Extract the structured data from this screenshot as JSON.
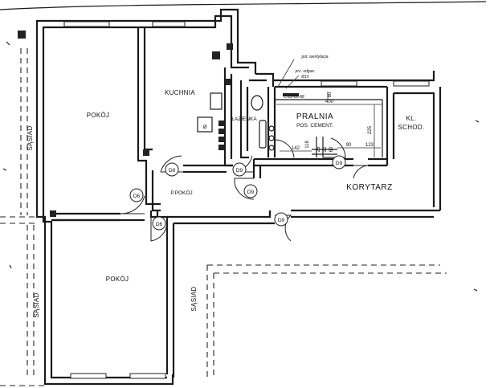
{
  "rooms": {
    "pokoj_top": "POKÓJ",
    "kuchnia": "KUCHNIA",
    "lazienka": "ŁAZIENKA",
    "pralnia": "PRALNIA",
    "pralnia_sub": "POS. CEMENT.",
    "kl_schod_line1": "KL.",
    "kl_schod_line2": "SCHOD.",
    "przedpokoj": "P.POKÓJ",
    "korytarz": "KORYTARZ",
    "pokoj_bottom": "POKÓJ"
  },
  "neighbors": {
    "left_top": "SĄSIAD",
    "left_bottom": "SĄSIAD",
    "middle": "SĄSIAD"
  },
  "doors": {
    "d8": "D8",
    "d6_a": "D6",
    "d6_b": "D6",
    "d9_a": "D9",
    "d9_b": "D9",
    "d9_c": "D9",
    "d9_d": "D9"
  },
  "dimensions": {
    "w400": "400",
    "w225": "225",
    "w142": "142",
    "w90": "90",
    "w123": "123",
    "w118": "118",
    "w25": "25",
    "w22": "22",
    "w60": "60",
    "w80": "80",
    "code": "C-22-60-88"
  },
  "notes": {
    "wentylacja": "pot. wentylacja",
    "odgaz": "prz. odgaz.",
    "odgaz_size": "Ø15"
  }
}
